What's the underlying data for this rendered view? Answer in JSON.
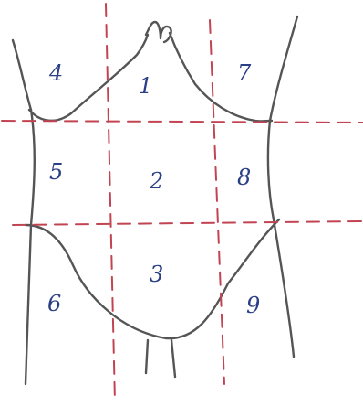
{
  "diagram": {
    "colors": {
      "outline": "#555555",
      "guide_lines": "#c24452",
      "labels": "#2b3f86",
      "background": "#ffffff"
    },
    "regions": [
      {
        "id": "r1",
        "label": "1"
      },
      {
        "id": "r2",
        "label": "2"
      },
      {
        "id": "r3",
        "label": "3"
      },
      {
        "id": "r4",
        "label": "4"
      },
      {
        "id": "r5",
        "label": "5"
      },
      {
        "id": "r6",
        "label": "6"
      },
      {
        "id": "r7",
        "label": "7"
      },
      {
        "id": "r8",
        "label": "8"
      },
      {
        "id": "r9",
        "label": "9"
      }
    ]
  }
}
